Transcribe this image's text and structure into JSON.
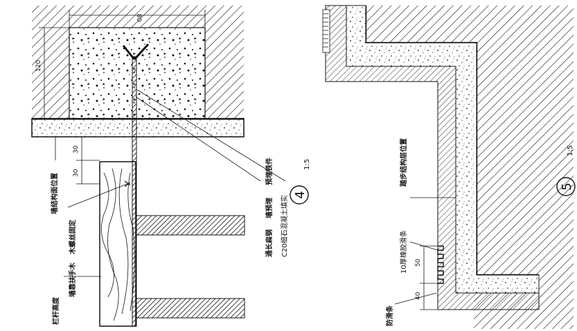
{
  "detail4": {
    "number": "4",
    "scale": "1:5",
    "dims": {
      "top_width": "80",
      "conc_height": "120",
      "a": "30",
      "b": "30"
    },
    "labels": {
      "wall_finish": "墙结构面位置",
      "screw": "木螺丝固定",
      "rail_height": "栏杆高度",
      "handrail_wood": "墙靠扶手木",
      "steel1": "通长扁钢",
      "steel2": "墙预埋",
      "steel3": "预埋铁件",
      "concrete": "C20细石混凝土填实"
    }
  },
  "detail5": {
    "number": "5",
    "scale": "1:5",
    "dims": {
      "a": "50",
      "b": "40"
    },
    "labels": {
      "stair_structure": "踏步结构层位置",
      "rubber_strip": "10厚橡胶滑条",
      "antislip": "防滑条"
    }
  }
}
